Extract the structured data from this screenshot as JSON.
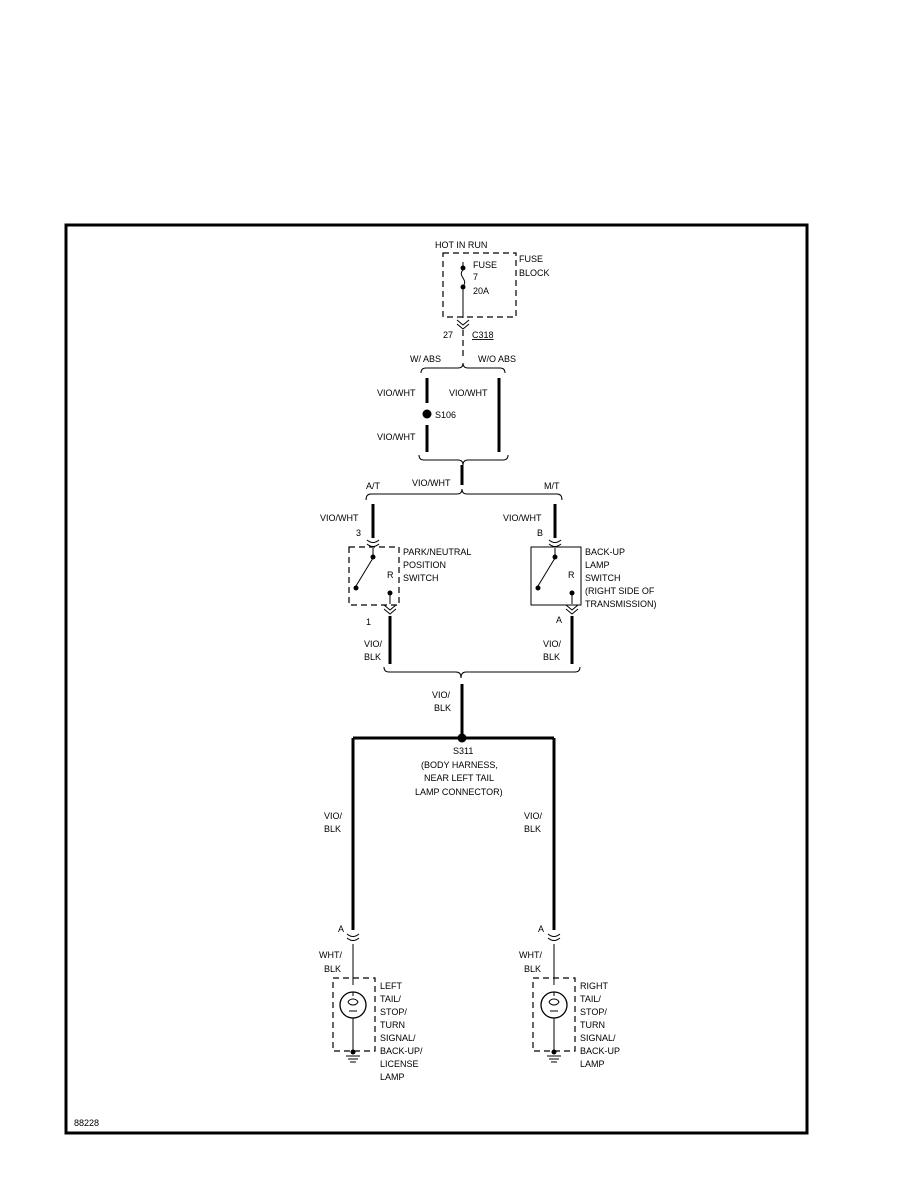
{
  "fuse": {
    "hot": "HOT IN RUN",
    "name": "FUSE",
    "number": "7",
    "rating": "20A",
    "block_line1": "FUSE",
    "block_line2": "BLOCK"
  },
  "c318": {
    "pin": "27",
    "name": "C318"
  },
  "abs": {
    "with": "W/ ABS",
    "without": "W/O ABS",
    "wire_top": "VIO/WHT",
    "wire_right": "VIO/WHT",
    "splice": "S106",
    "wire_bottom": "VIO/WHT"
  },
  "trans": {
    "trunk_wire": "VIO/WHT",
    "at": "A/T",
    "mt": "M/T",
    "pn_wire": "VIO/WHT",
    "pn_pin_in": "3",
    "pn_label1": "PARK/NEUTRAL",
    "pn_label2": "POSITION",
    "pn_label3": "SWITCH",
    "pn_r": "R",
    "pn_pin_out": "1",
    "pn_out1": "VIO/",
    "pn_out2": "BLK",
    "bu_wire": "VIO/WHT",
    "bu_pin_in": "B",
    "bu_label1": "BACK-UP",
    "bu_label2": "LAMP",
    "bu_label3": "SWITCH",
    "bu_label4": "(RIGHT SIDE OF",
    "bu_label5": "TRANSMISSION)",
    "bu_r": "R",
    "bu_pin_out": "A",
    "bu_out1": "VIO/",
    "bu_out2": "BLK"
  },
  "s311": {
    "wire1": "VIO/",
    "wire2": "BLK",
    "name": "S311",
    "desc1": "(BODY HARNESS,",
    "desc2": "NEAR LEFT TAIL",
    "desc3": "LAMP CONNECTOR)",
    "left1": "VIO/",
    "left2": "BLK",
    "right1": "VIO/",
    "right2": "BLK"
  },
  "left_lamp": {
    "pin": "A",
    "wire1": "WHT/",
    "wire2": "BLK",
    "l1": "LEFT",
    "l2": "TAIL/",
    "l3": "STOP/",
    "l4": "TURN",
    "l5": "SIGNAL/",
    "l6": "BACK-UP/",
    "l7": "LICENSE",
    "l8": "LAMP"
  },
  "right_lamp": {
    "pin": "A",
    "wire1": "WHT/",
    "wire2": "BLK",
    "l1": "RIGHT",
    "l2": "TAIL/",
    "l3": "STOP/",
    "l4": "TURN",
    "l5": "SIGNAL/",
    "l6": "BACK-UP",
    "l7": "LAMP"
  },
  "figure_id": "88228"
}
